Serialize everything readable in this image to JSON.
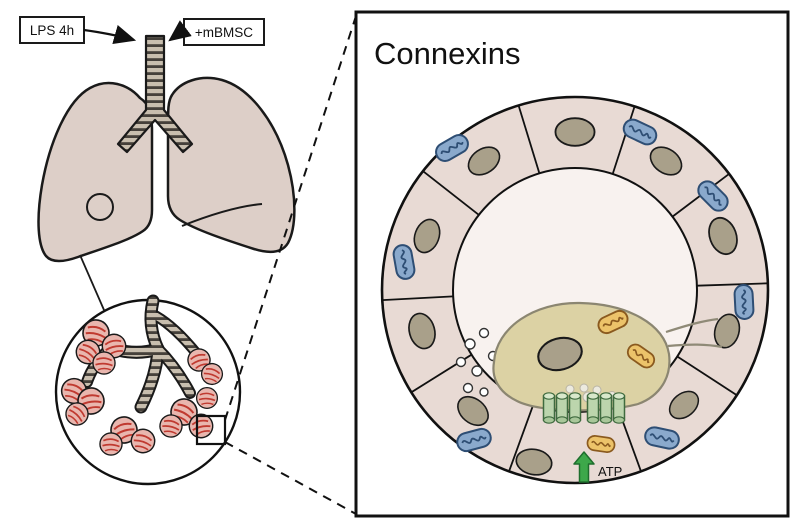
{
  "left_panel": {
    "lps_label": "LPS 4h",
    "mbmsc_label": "+mBMSC"
  },
  "right_panel": {
    "title": "Connexins",
    "atp_label": "ATP"
  },
  "colors": {
    "lung_fill": "#ddcfc8",
    "airway_base": "#c8beae",
    "airway_band": "#45403a",
    "alveolus_pink": "#e9b6ae",
    "capillary_red": "#c03a30",
    "cell_fill": "#e8dad4",
    "lumen_fill": "#f8f2ef",
    "nucleus_fill": "#a9a08a",
    "mitochondria_blue": "#8aa9cc",
    "mitochondria_blue_outline": "#2e4e74",
    "mitochondria_orange": "#ecc36a",
    "mitochondria_orange_outline": "#8a5a1f",
    "stem_cell_fill": "#dcd2a4",
    "connexin_green": "#bcd5ad",
    "atp_arrow_green": "#3da84a",
    "outline": "#111111"
  }
}
